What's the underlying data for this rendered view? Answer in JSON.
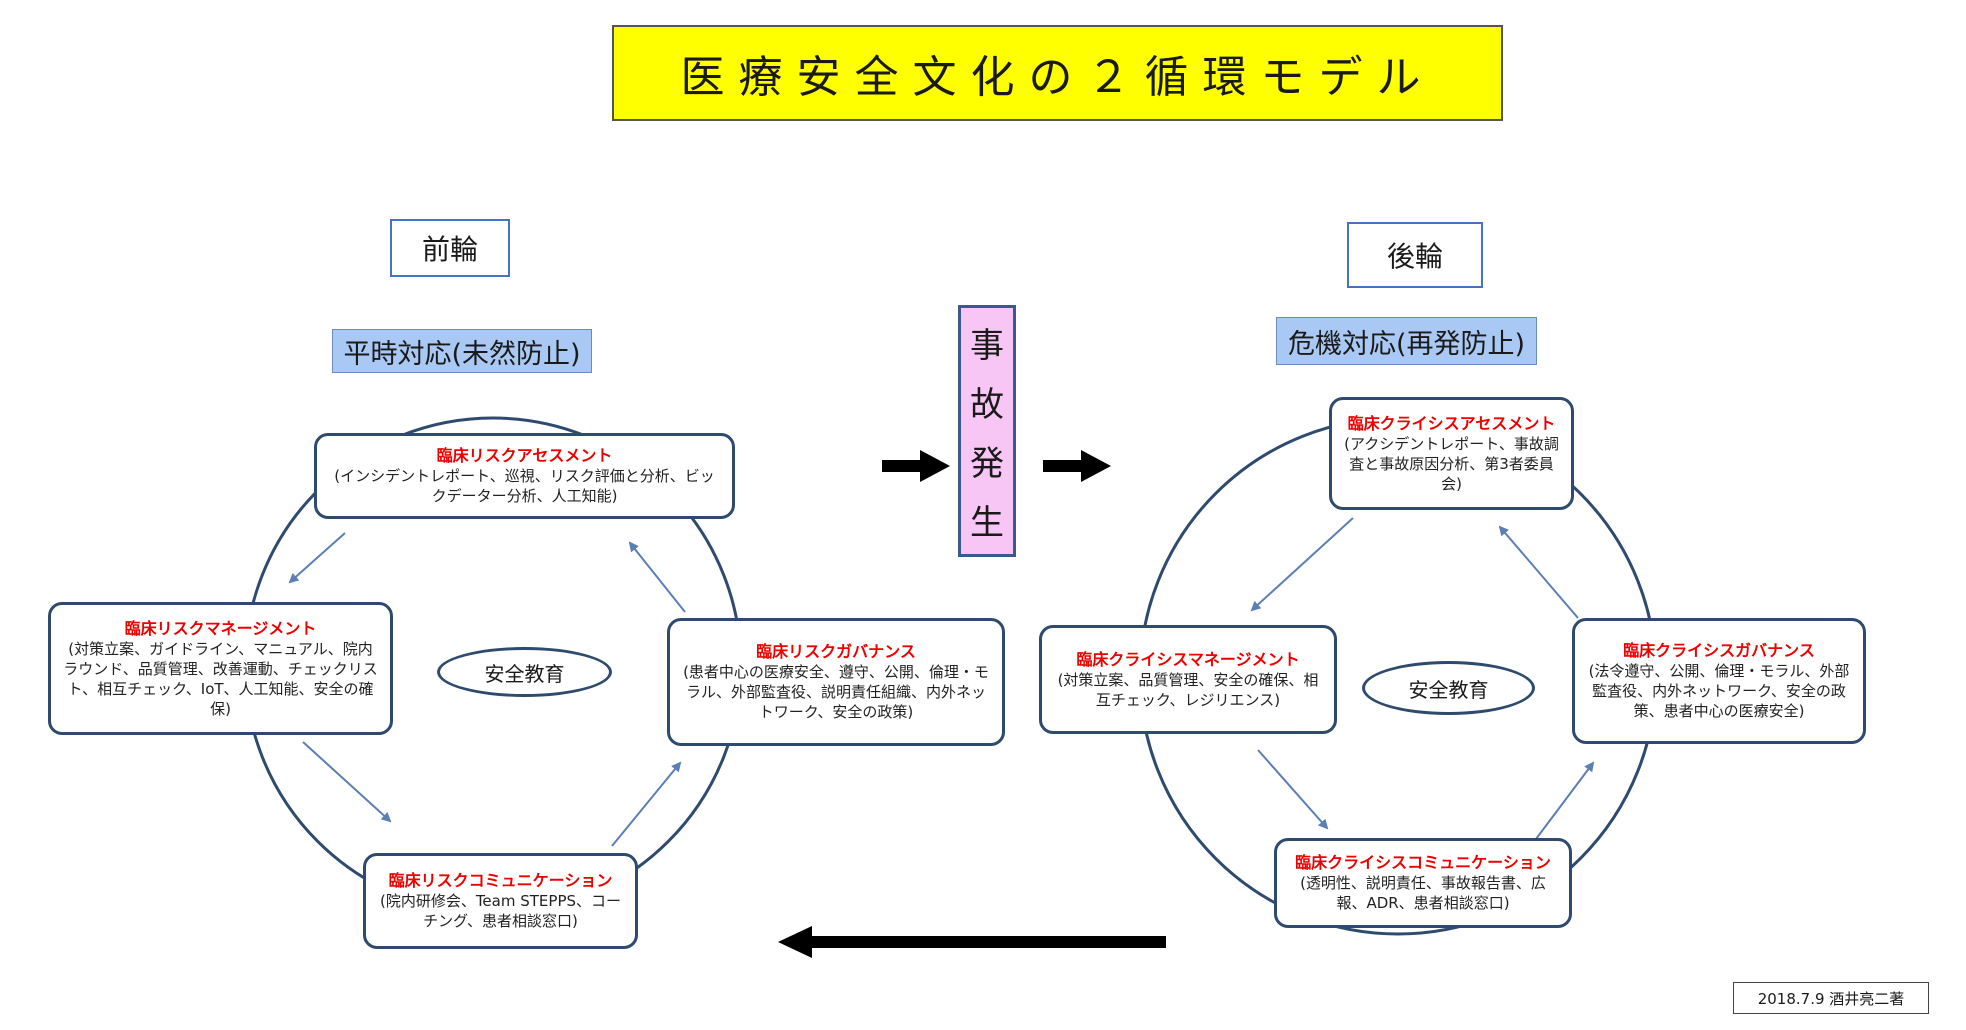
{
  "title": "医療安全文化の２循環モデル",
  "front": {
    "wheel": "前輪",
    "mode": "平時対応(未然防止)",
    "education": "安全教育",
    "assessment": {
      "heading": "臨床リスクアセスメント",
      "body": "(インシデントレポート、巡視、リスク評価と分析、ビックデーター分析、人工知能)"
    },
    "management": {
      "heading": "臨床リスクマネージメント",
      "body": "(対策立案、ガイドライン、マニュアル、院内ラウンド、品質管理、改善運動、チェックリスト、相互チェック、IoT、人工知能、安全の確保)"
    },
    "governance": {
      "heading": "臨床リスクガバナンス",
      "body": "(患者中心の医療安全、遵守、公開、倫理・モラル、外部監査役、説明責任組織、内外ネットワーク、安全の政策)"
    },
    "communication": {
      "heading": "臨床リスクコミュニケーション",
      "body": "(院内研修会、Team STEPPS、コーチング、患者相談窓口)"
    }
  },
  "rear": {
    "wheel": "後輪",
    "mode": "危機対応(再発防止)",
    "education": "安全教育",
    "assessment": {
      "heading": "臨床クライシスアセスメント",
      "body": "(アクシデントレポート、事故調査と事故原因分析、第3者委員会)"
    },
    "management": {
      "heading": "臨床クライシスマネージメント",
      "body": "(対策立案、品質管理、安全の確保、相互チェック、レジリエンス)"
    },
    "governance": {
      "heading": "臨床クライシスガバナンス",
      "body": "(法令遵守、公開、倫理・モラル、外部監査役、内外ネットワーク、安全の政策、患者中心の医療安全)"
    },
    "communication": {
      "heading": "臨床クライシスコミュニケーション",
      "body": "(透明性、説明責任、事故報告書、広報、ADR、患者相談窓口)"
    }
  },
  "event": [
    "事",
    "故",
    "発",
    "生"
  ],
  "credit": "2018.7.9 酒井亮二著"
}
